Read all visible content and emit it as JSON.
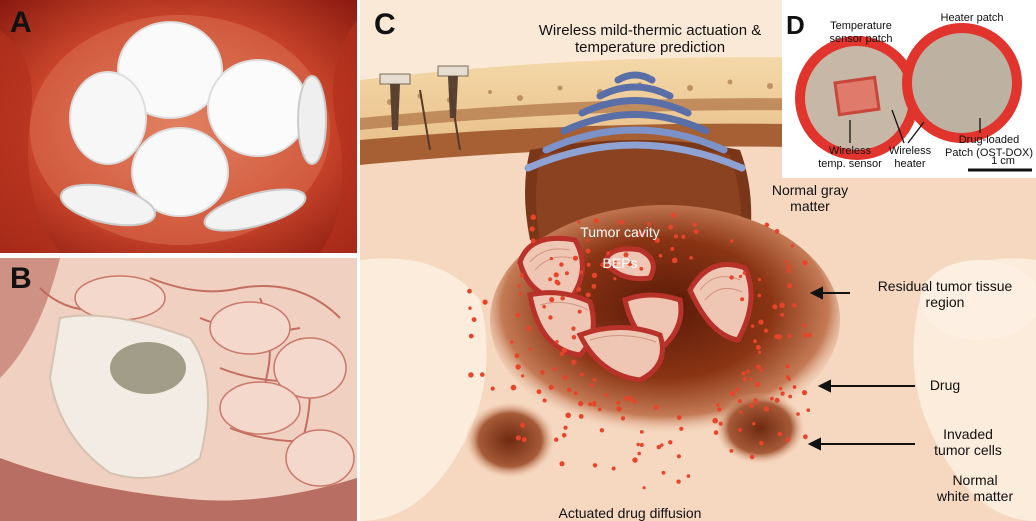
{
  "panels": {
    "a": {
      "letter": "A"
    },
    "b": {
      "letter": "B"
    },
    "c": {
      "letter": "C",
      "title_line1": "Wireless mild-thermic actuation &",
      "title_line2": "temperature prediction",
      "tumor_cavity": "Tumor cavity",
      "beps": "BEPs",
      "normal_gray_line1": "Normal gray",
      "normal_gray_line2": "matter",
      "residual_line1": "Residual tumor tissue",
      "residual_line2": "region",
      "drug": "Drug",
      "invaded_line1": "Invaded",
      "invaded_line2": "tumor cells",
      "white_line1": "Normal",
      "white_line2": "white matter",
      "diffusion": "Actuated drug diffusion"
    },
    "d": {
      "letter": "D",
      "temp_patch_line1": "Temperature",
      "temp_patch_line2": "sensor patch",
      "heater_patch": "Heater patch",
      "wireless_temp_line1": "Wireless",
      "wireless_temp_line2": "temp. sensor",
      "wireless_heater_line1": "Wireless",
      "wireless_heater_line2": "heater",
      "drug_loaded_line1": "Drug-loaded",
      "drug_loaded_line2": "Patch (OST-DOX)",
      "scale": "1 cm"
    }
  }
}
